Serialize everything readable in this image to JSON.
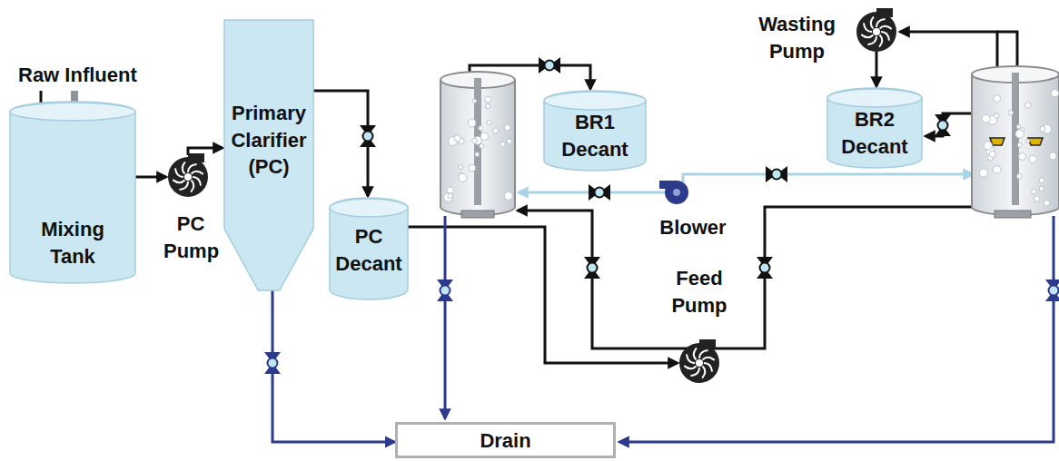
{
  "diagram": {
    "nodes": [
      {
        "text": [
          "Mixing Tank"
        ]
      },
      {
        "text": [
          "PC Pump"
        ]
      },
      {
        "text": [
          "Primary Clarifier (PC)"
        ]
      },
      {
        "text": [
          "PC Decant"
        ]
      },
      {
        "text": [
          "BR1 Decant"
        ]
      },
      {
        "text": [
          "Blower"
        ]
      },
      {
        "text": [
          "Feed Pump"
        ]
      },
      {
        "text": [
          "Wasting Pump"
        ]
      },
      {
        "text": [
          "BR2 Decant"
        ]
      },
      {
        "text": [
          "Drain"
        ]
      }
    ],
    "edges": [
      {
        "from": 0,
        "to": 1,
        "arrow": "to"
      },
      {
        "from": 1,
        "to": 2,
        "arrow": "to"
      },
      {
        "from": 2,
        "to": 3,
        "arrow": "to"
      },
      {
        "from": 3,
        "to": 6,
        "arrow": "to"
      },
      {
        "from": 2,
        "to": 9,
        "arrow": "to"
      },
      {
        "from": 7,
        "to": 8,
        "arrow": "to"
      }
    ],
    "labels": [
      "Raw Influent"
    ]
  }
}
